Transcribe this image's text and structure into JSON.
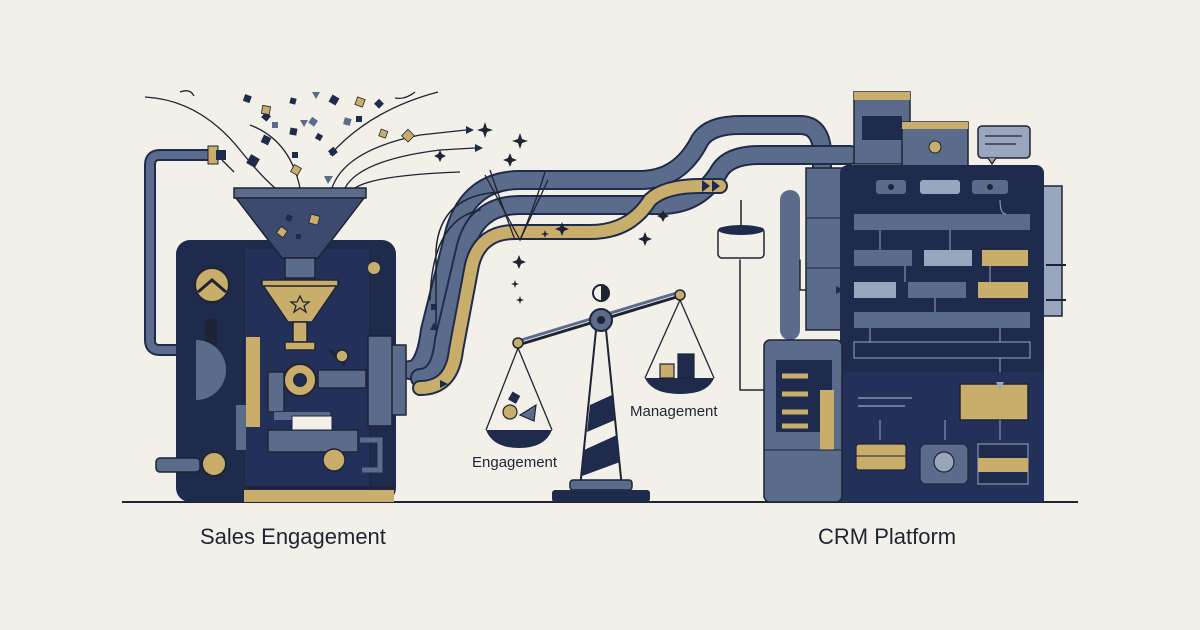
{
  "captions": {
    "left": "Sales Engagement",
    "right": "CRM Platform"
  },
  "scale_labels": {
    "left": "Engagement",
    "right": "Management"
  },
  "colors": {
    "background": "#f3f0e9",
    "navy": "#1f2b4d",
    "slate": "#5b6b8c",
    "gold": "#c9ad6a",
    "light_slate": "#9aa6bd",
    "ink": "#1e2433"
  }
}
